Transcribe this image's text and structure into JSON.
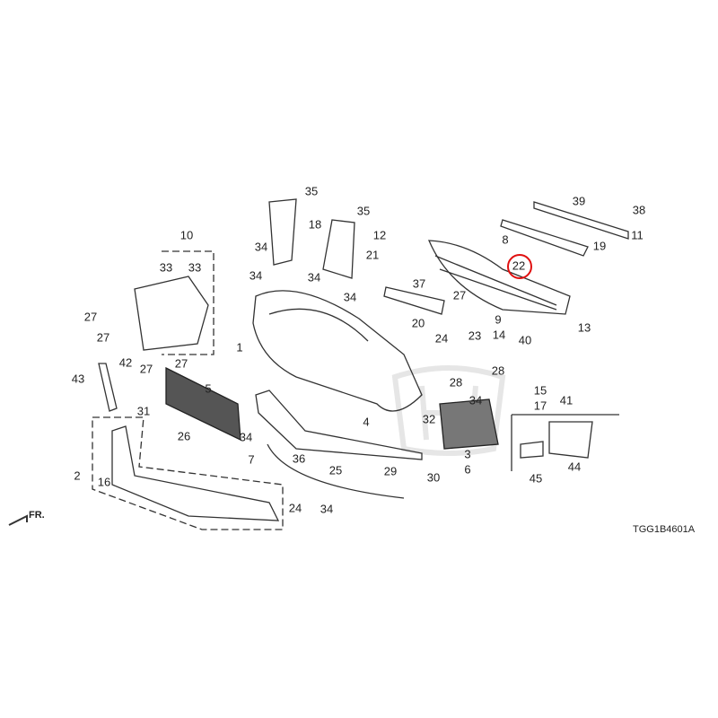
{
  "diagram": {
    "code": "TGG1B4601A",
    "front_indicator": "FR.",
    "watermark": "HONDA",
    "highlight_color": "#e01010",
    "highlighted_part": "22",
    "callouts": [
      "35",
      "18",
      "34",
      "35",
      "21",
      "34",
      "12",
      "34",
      "37",
      "34",
      "20",
      "8",
      "22",
      "39",
      "38",
      "11",
      "19",
      "27",
      "9",
      "14",
      "23",
      "40",
      "13",
      "10",
      "33",
      "33",
      "27",
      "27",
      "1",
      "24",
      "28",
      "28",
      "15",
      "17",
      "41",
      "43",
      "42",
      "27",
      "27",
      "5",
      "31",
      "26",
      "32",
      "34",
      "3",
      "6",
      "4",
      "34",
      "7",
      "36",
      "25",
      "29",
      "30",
      "2",
      "16",
      "24",
      "34",
      "45",
      "44"
    ]
  }
}
